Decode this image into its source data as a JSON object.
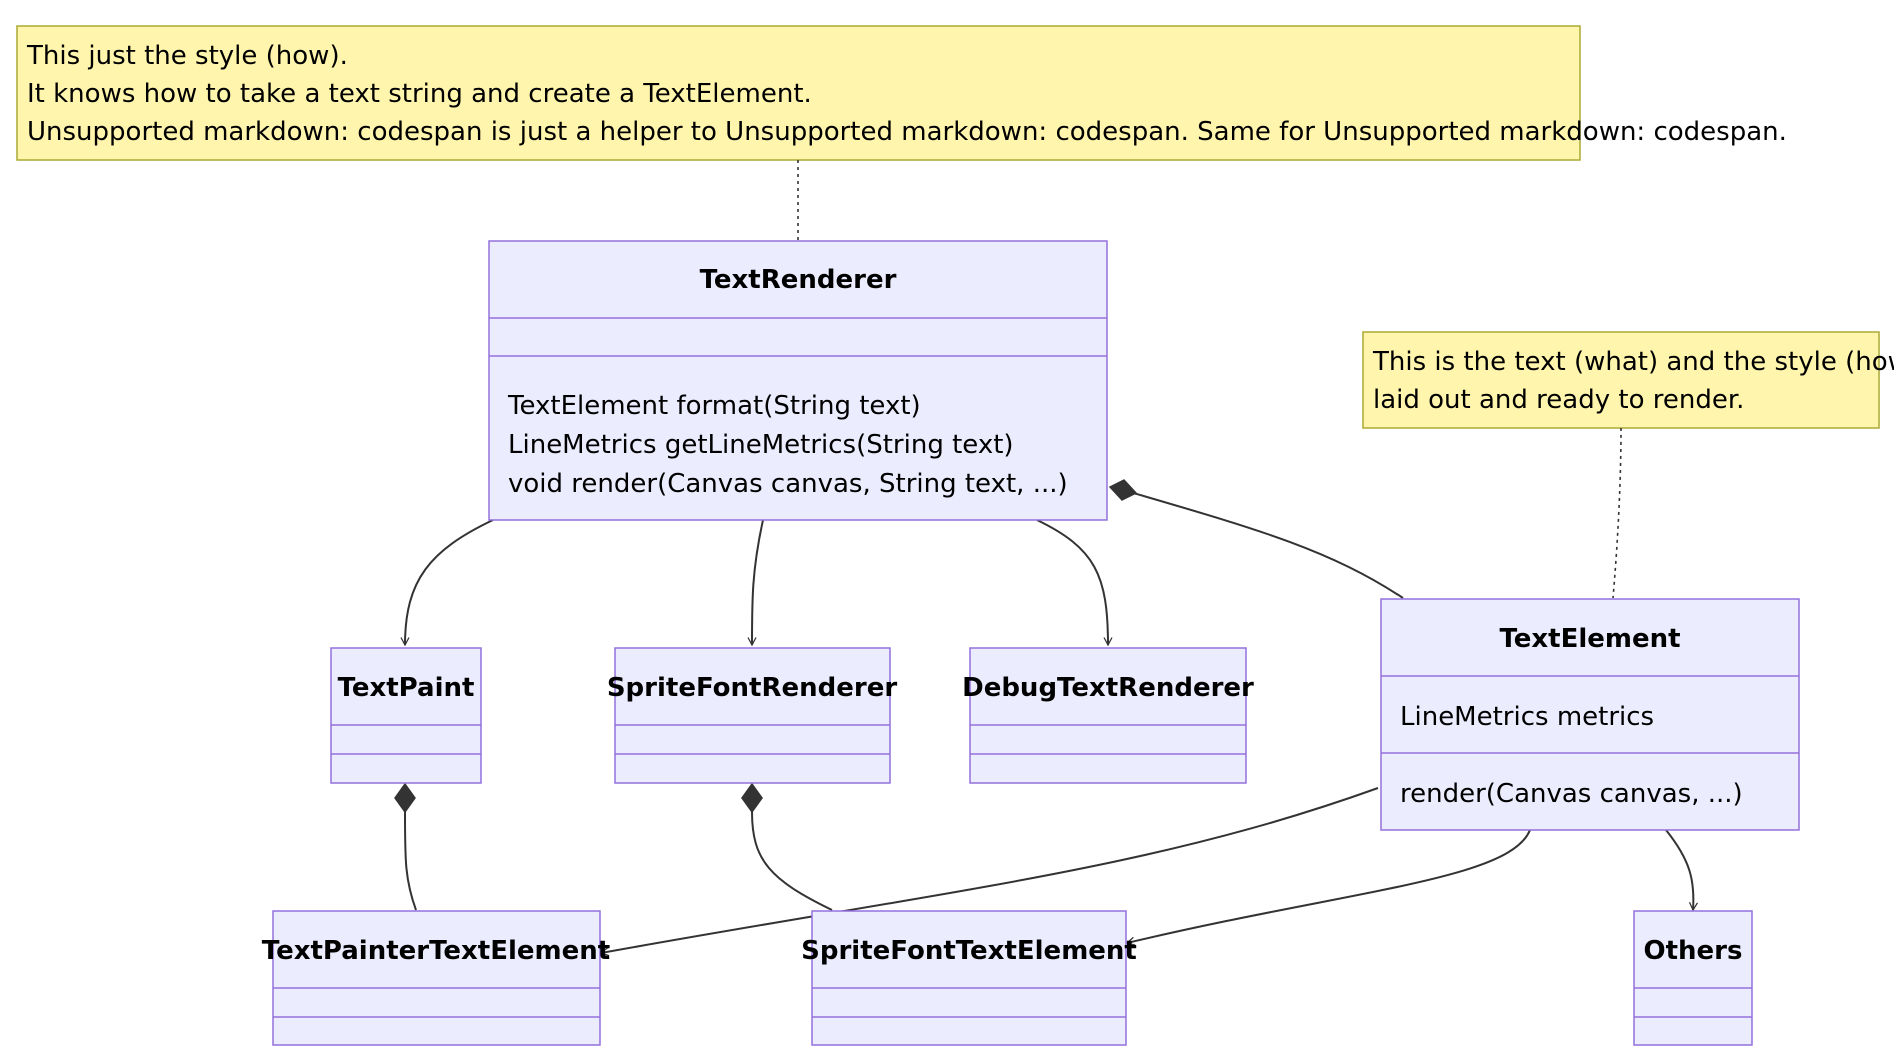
{
  "notes": {
    "renderer_note": [
      "This just the style (how).",
      "It knows how to take a text string and create a TextElement.",
      "Unsupported markdown: codespan is just a helper to Unsupported markdown: codespan. Same for Unsupported markdown: codespan."
    ],
    "element_note": [
      "This is the text (what) and the style (how);",
      "laid out and ready to render."
    ]
  },
  "classes": {
    "text_renderer": {
      "name": "TextRenderer",
      "methods": [
        "TextElement format(String text)",
        "LineMetrics getLineMetrics(String text)",
        "void render(Canvas canvas, String text, ...)"
      ]
    },
    "text_element": {
      "name": "TextElement",
      "fields": [
        "LineMetrics metrics"
      ],
      "methods": [
        "render(Canvas canvas, ...)"
      ]
    },
    "text_paint": {
      "name": "TextPaint"
    },
    "sprite_font_renderer": {
      "name": "SpriteFontRenderer"
    },
    "debug_text_renderer": {
      "name": "DebugTextRenderer"
    },
    "text_painter_text_element": {
      "name": "TextPainterTextElement"
    },
    "sprite_font_text_element": {
      "name": "SpriteFontTextElement"
    },
    "others": {
      "name": "Others"
    }
  },
  "colors": {
    "class_fill": "#ececff",
    "class_border": "#9370db",
    "note_fill": "#fff5ad",
    "note_border": "#aaaa33",
    "edge": "#333333"
  }
}
